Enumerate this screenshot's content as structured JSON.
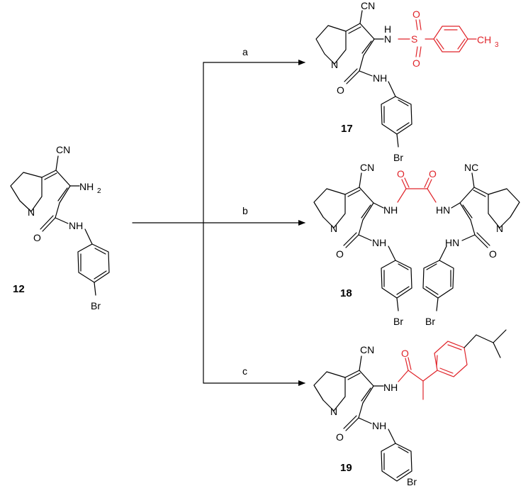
{
  "colors": {
    "bond": "#000000",
    "highlight": "#e0252b"
  },
  "conditions": {
    "a": "a",
    "b": "b",
    "c": "c"
  },
  "compounds": {
    "c12": {
      "label": "12",
      "atoms": {
        "cn": "CN",
        "nh2": "NH",
        "nh2_sub": "2",
        "n": "N",
        "nh": "NH",
        "o": "O",
        "br": "Br"
      }
    },
    "c17": {
      "label": "17",
      "atoms": {
        "cn": "CN",
        "nh_left": "N",
        "h_left": "H",
        "s": "S",
        "o1": "O",
        "o2": "O",
        "ch3": "CH",
        "ch3_sub": "3",
        "n": "N",
        "nh": "NH",
        "o": "O",
        "br": "Br"
      }
    },
    "c18": {
      "label": "18",
      "atoms": {
        "cn_l": "CN",
        "cn_r": "NC",
        "nh_l": "NH",
        "nh_r": "HN",
        "ox1": "O",
        "ox2": "O",
        "n_l": "N",
        "n_r": "N",
        "amide_nh_l": "NH",
        "amide_nh_r": "HN",
        "o_l": "O",
        "o_r": "O",
        "br_l": "Br",
        "br_r": "Br"
      }
    },
    "c19": {
      "label": "19",
      "atoms": {
        "cn": "CN",
        "nh": "NH",
        "o_acyl": "O",
        "n": "N",
        "amide_nh": "NH",
        "o": "O",
        "br": "Br"
      }
    }
  }
}
